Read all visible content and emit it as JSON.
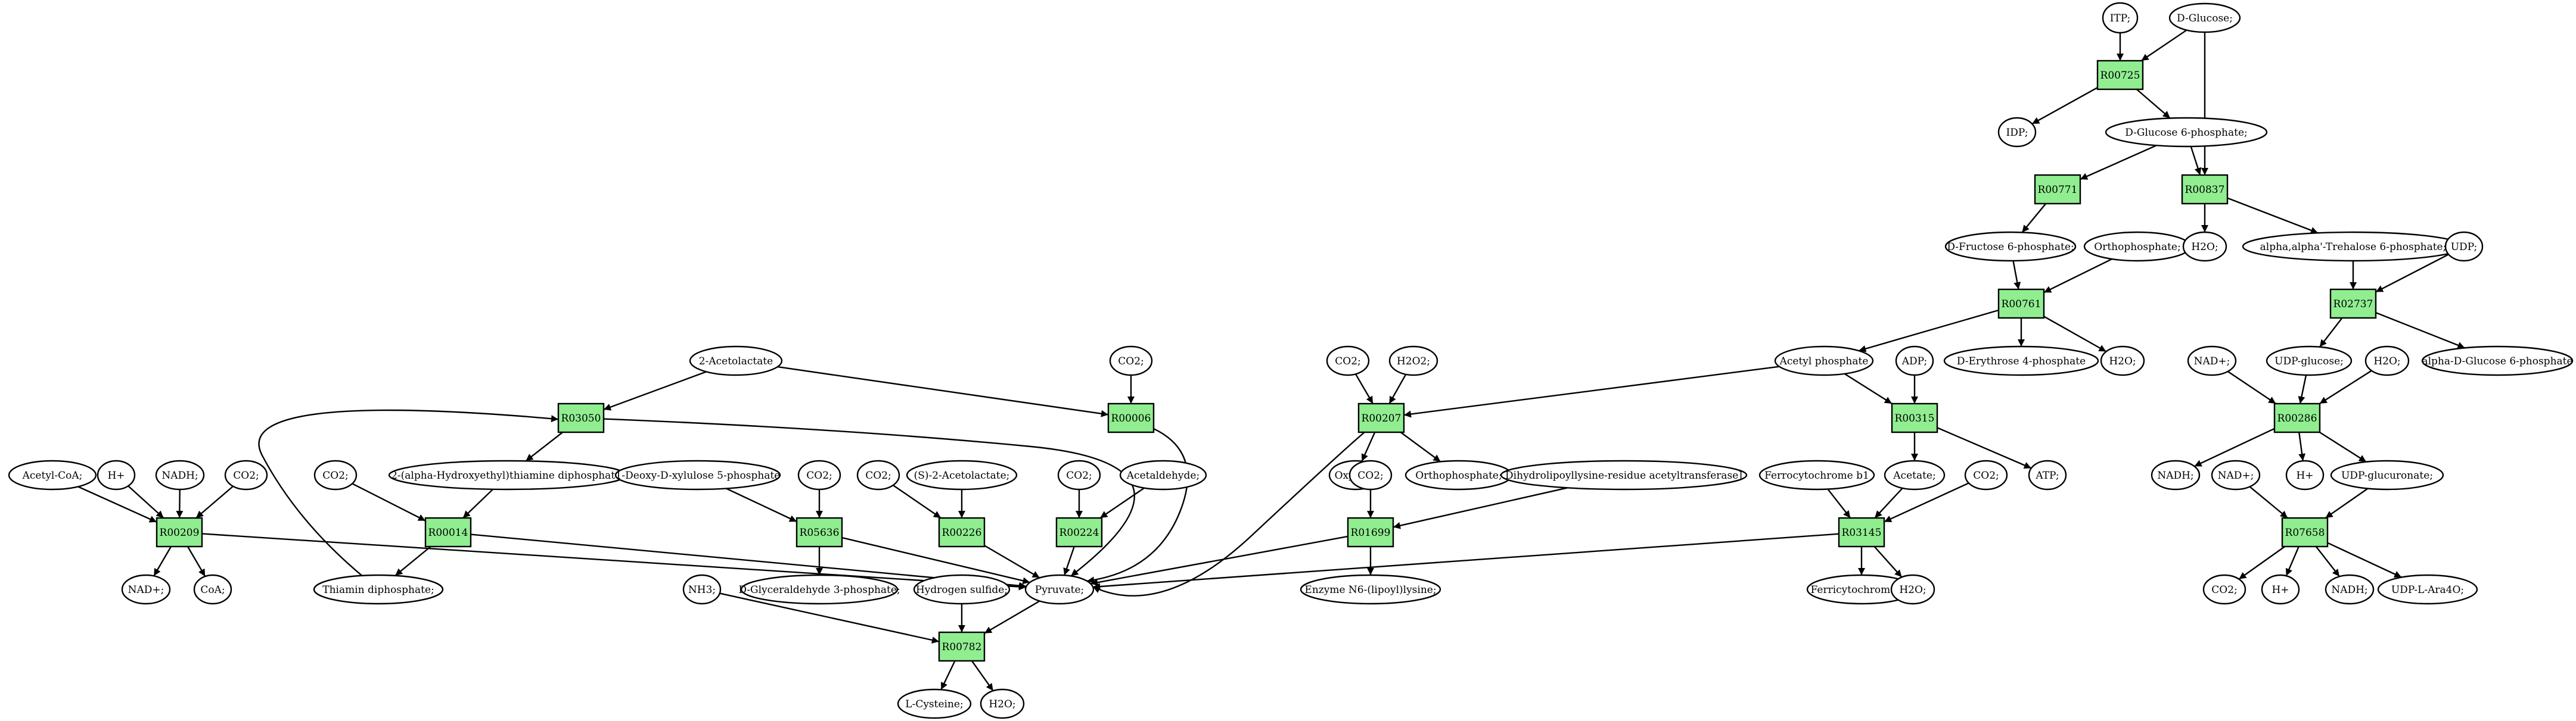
{
  "colors": {
    "reaction": "#90ee90",
    "source": "#00ff00",
    "target": "#ffff00",
    "compound": "#ffffff"
  },
  "diagram": {
    "nodes": [
      {
        "id": "itp",
        "label": "ITP;",
        "shape": "ellipse"
      },
      {
        "id": "dglucose",
        "label": "D-Glucose;",
        "shape": "ellipse",
        "role": "source"
      },
      {
        "id": "r00725",
        "label": "R00725",
        "shape": "box"
      },
      {
        "id": "idp",
        "label": "IDP;",
        "shape": "ellipse"
      },
      {
        "id": "g6p",
        "label": "D-Glucose 6-phosphate;",
        "shape": "ellipse"
      },
      {
        "id": "r00771",
        "label": "R00771",
        "shape": "box"
      },
      {
        "id": "r00837",
        "label": "R00837",
        "shape": "box"
      },
      {
        "id": "f6p",
        "label": "D-Fructose 6-phosphate;",
        "shape": "ellipse"
      },
      {
        "id": "ortho1",
        "label": "Orthophosphate;",
        "shape": "ellipse"
      },
      {
        "id": "h2o_a",
        "label": "H2O;",
        "shape": "ellipse"
      },
      {
        "id": "trehalose6p",
        "label": "alpha,alpha'-Trehalose 6-phosphate;",
        "shape": "ellipse"
      },
      {
        "id": "udp1",
        "label": "UDP;",
        "shape": "ellipse"
      },
      {
        "id": "r00761",
        "label": "R00761",
        "shape": "box"
      },
      {
        "id": "r02737",
        "label": "R02737",
        "shape": "box"
      },
      {
        "id": "acetylp",
        "label": "Acetyl phosphate",
        "shape": "ellipse"
      },
      {
        "id": "e4p",
        "label": "D-Erythrose 4-phosphate",
        "shape": "ellipse"
      },
      {
        "id": "h2o_b",
        "label": "H2O;",
        "shape": "ellipse"
      },
      {
        "id": "nad_a",
        "label": "NAD+;",
        "shape": "ellipse"
      },
      {
        "id": "udpglc",
        "label": "UDP-glucose;",
        "shape": "ellipse"
      },
      {
        "id": "h2o_c",
        "label": "H2O;",
        "shape": "ellipse"
      },
      {
        "id": "adg6p",
        "label": "alpha-D-Glucose 6-phosphate",
        "shape": "ellipse"
      },
      {
        "id": "acetolactate",
        "label": "2-Acetolactate",
        "shape": "ellipse"
      },
      {
        "id": "co2_a",
        "label": "CO2;",
        "shape": "ellipse"
      },
      {
        "id": "co2_b",
        "label": "CO2;",
        "shape": "ellipse"
      },
      {
        "id": "h2o2",
        "label": "H2O2;",
        "shape": "ellipse"
      },
      {
        "id": "adp",
        "label": "ADP;",
        "shape": "ellipse"
      },
      {
        "id": "r03050",
        "label": "R03050",
        "shape": "box"
      },
      {
        "id": "r00006",
        "label": "R00006",
        "shape": "box"
      },
      {
        "id": "r00207",
        "label": "R00207",
        "shape": "box"
      },
      {
        "id": "r00315",
        "label": "R00315",
        "shape": "box"
      },
      {
        "id": "r00286",
        "label": "R00286",
        "shape": "box"
      },
      {
        "id": "acetylcoa",
        "label": "Acetyl-CoA;",
        "shape": "ellipse"
      },
      {
        "id": "hplus_a",
        "label": "H+",
        "shape": "ellipse"
      },
      {
        "id": "nadh_a",
        "label": "NADH;",
        "shape": "ellipse"
      },
      {
        "id": "co2_c",
        "label": "CO2;",
        "shape": "ellipse"
      },
      {
        "id": "co2_d",
        "label": "CO2;",
        "shape": "ellipse"
      },
      {
        "id": "hethdp",
        "label": "2-(alpha-Hydroxyethyl)thiamine diphosphate;",
        "shape": "ellipse"
      },
      {
        "id": "dxp",
        "label": "1-Deoxy-D-xylulose 5-phosphate",
        "shape": "ellipse"
      },
      {
        "id": "co2_e",
        "label": "CO2;",
        "shape": "ellipse"
      },
      {
        "id": "co2_f",
        "label": "CO2;",
        "shape": "ellipse"
      },
      {
        "id": "s2acetolactate",
        "label": "(S)-2-Acetolactate;",
        "shape": "ellipse"
      },
      {
        "id": "co2_g",
        "label": "CO2;",
        "shape": "ellipse"
      },
      {
        "id": "acetaldehyde",
        "label": "Acetaldehyde;",
        "shape": "ellipse"
      },
      {
        "id": "oxygen",
        "label": "Oxygen;",
        "shape": "ellipse"
      },
      {
        "id": "co2_h",
        "label": "CO2;",
        "shape": "ellipse"
      },
      {
        "id": "ortho2",
        "label": "Orthophosphate;",
        "shape": "ellipse"
      },
      {
        "id": "dlat",
        "label": "Dihydrolipoyllysine-residue acetyltransferase]",
        "shape": "ellipse"
      },
      {
        "id": "ferrocyt",
        "label": "Ferrocytochrome b1",
        "shape": "ellipse"
      },
      {
        "id": "acetate",
        "label": "Acetate;",
        "shape": "ellipse"
      },
      {
        "id": "co2_i",
        "label": "CO2;",
        "shape": "ellipse"
      },
      {
        "id": "atp",
        "label": "ATP;",
        "shape": "ellipse"
      },
      {
        "id": "nadh_b",
        "label": "NADH;",
        "shape": "ellipse"
      },
      {
        "id": "nad_b",
        "label": "NAD+;",
        "shape": "ellipse"
      },
      {
        "id": "hplus_b",
        "label": "H+",
        "shape": "ellipse"
      },
      {
        "id": "udpglcur",
        "label": "UDP-glucuronate;",
        "shape": "ellipse"
      },
      {
        "id": "r00209",
        "label": "R00209",
        "shape": "box"
      },
      {
        "id": "r00014",
        "label": "R00014",
        "shape": "box"
      },
      {
        "id": "r05636",
        "label": "R05636",
        "shape": "box"
      },
      {
        "id": "r00226",
        "label": "R00226",
        "shape": "box"
      },
      {
        "id": "r00224",
        "label": "R00224",
        "shape": "box"
      },
      {
        "id": "r01699",
        "label": "R01699",
        "shape": "box"
      },
      {
        "id": "r03145",
        "label": "R03145",
        "shape": "box"
      },
      {
        "id": "r07658",
        "label": "R07658",
        "shape": "box"
      },
      {
        "id": "nad_c",
        "label": "NAD+;",
        "shape": "ellipse"
      },
      {
        "id": "coa",
        "label": "CoA;",
        "shape": "ellipse"
      },
      {
        "id": "thiamindp",
        "label": "Thiamin diphosphate;",
        "shape": "ellipse"
      },
      {
        "id": "nh3",
        "label": "NH3;",
        "shape": "ellipse"
      },
      {
        "id": "ga3p",
        "label": "D-Glyceraldehyde 3-phosphate;",
        "shape": "ellipse"
      },
      {
        "id": "h2s",
        "label": "Hydrogen sulfide;",
        "shape": "ellipse"
      },
      {
        "id": "pyruvate",
        "label": "Pyruvate;",
        "shape": "ellipse"
      },
      {
        "id": "lipoyllysine",
        "label": "Enzyme N6-(lipoyl)lysine;",
        "shape": "ellipse"
      },
      {
        "id": "ferricyt",
        "label": "Ferricytochrome b1",
        "shape": "ellipse"
      },
      {
        "id": "h2o_d",
        "label": "H2O;",
        "shape": "ellipse"
      },
      {
        "id": "co2_j",
        "label": "CO2;",
        "shape": "ellipse"
      },
      {
        "id": "hplus_c",
        "label": "H+",
        "shape": "ellipse"
      },
      {
        "id": "nadh_c",
        "label": "NADH;",
        "shape": "ellipse"
      },
      {
        "id": "udpara",
        "label": "UDP-L-Ara4O;",
        "shape": "ellipse"
      },
      {
        "id": "r00782",
        "label": "R00782",
        "shape": "box"
      },
      {
        "id": "lcysteine",
        "label": "L-Cysteine;",
        "shape": "ellipse",
        "role": "target"
      },
      {
        "id": "h2o_e",
        "label": "H2O;",
        "shape": "ellipse"
      }
    ],
    "edges": [
      {
        "from": "itp",
        "to": "r00725"
      },
      {
        "from": "dglucose",
        "to": "r00725"
      },
      {
        "from": "dglucose",
        "to": "r00837"
      },
      {
        "from": "r00725",
        "to": "idp"
      },
      {
        "from": "r00725",
        "to": "g6p"
      },
      {
        "from": "g6p",
        "to": "r00771"
      },
      {
        "from": "g6p",
        "to": "r00837"
      },
      {
        "from": "r00771",
        "to": "f6p"
      },
      {
        "from": "r00837",
        "to": "h2o_a"
      },
      {
        "from": "r00837",
        "to": "trehalose6p"
      },
      {
        "from": "f6p",
        "to": "r00761"
      },
      {
        "from": "ortho1",
        "to": "r00761"
      },
      {
        "from": "trehalose6p",
        "to": "r02737"
      },
      {
        "from": "udp1",
        "to": "r02737"
      },
      {
        "from": "r00761",
        "to": "acetylp"
      },
      {
        "from": "r00761",
        "to": "e4p"
      },
      {
        "from": "r00761",
        "to": "h2o_b"
      },
      {
        "from": "r02737",
        "to": "udpglc"
      },
      {
        "from": "r02737",
        "to": "adg6p"
      },
      {
        "from": "acetylp",
        "to": "r00207"
      },
      {
        "from": "acetylp",
        "to": "r00315"
      },
      {
        "from": "adp",
        "to": "r00315"
      },
      {
        "from": "co2_b",
        "to": "r00207"
      },
      {
        "from": "h2o2",
        "to": "r00207"
      },
      {
        "from": "nad_a",
        "to": "r00286"
      },
      {
        "from": "udpglc",
        "to": "r00286"
      },
      {
        "from": "h2o_c",
        "to": "r00286"
      },
      {
        "from": "acetolactate",
        "to": "r03050"
      },
      {
        "from": "acetolactate",
        "to": "r00006"
      },
      {
        "from": "co2_a",
        "to": "r00006"
      },
      {
        "from": "r03050",
        "to": "hethdp"
      },
      {
        "from": "r00207",
        "to": "oxygen"
      },
      {
        "from": "r00207",
        "to": "ortho2"
      },
      {
        "from": "r00315",
        "to": "acetate"
      },
      {
        "from": "r00315",
        "to": "atp"
      },
      {
        "from": "r00286",
        "to": "nadh_b"
      },
      {
        "from": "r00286",
        "to": "hplus_b"
      },
      {
        "from": "r00286",
        "to": "udpglcur"
      },
      {
        "from": "acetylcoa",
        "to": "r00209"
      },
      {
        "from": "hplus_a",
        "to": "r00209"
      },
      {
        "from": "nadh_a",
        "to": "r00209"
      },
      {
        "from": "co2_c",
        "to": "r00209"
      },
      {
        "from": "co2_d",
        "to": "r00014"
      },
      {
        "from": "hethdp",
        "to": "r00014"
      },
      {
        "from": "dxp",
        "to": "r05636"
      },
      {
        "from": "co2_e",
        "to": "r05636"
      },
      {
        "from": "co2_f",
        "to": "r00226"
      },
      {
        "from": "s2acetolactate",
        "to": "r00226"
      },
      {
        "from": "co2_g",
        "to": "r00224"
      },
      {
        "from": "acetaldehyde",
        "to": "r00224"
      },
      {
        "from": "co2_h",
        "to": "r01699"
      },
      {
        "from": "dlat",
        "to": "r01699"
      },
      {
        "from": "ferrocyt",
        "to": "r03145"
      },
      {
        "from": "acetate",
        "to": "r03145"
      },
      {
        "from": "co2_i",
        "to": "r03145"
      },
      {
        "from": "nad_b",
        "to": "r07658"
      },
      {
        "from": "udpglcur",
        "to": "r07658"
      },
      {
        "from": "r00209",
        "to": "nad_c"
      },
      {
        "from": "r00209",
        "to": "coa"
      },
      {
        "from": "r00209",
        "to": "pyruvate"
      },
      {
        "from": "r00014",
        "to": "thiamindp"
      },
      {
        "from": "r00014",
        "to": "pyruvate"
      },
      {
        "from": "thiamindp",
        "to": "r03050"
      },
      {
        "from": "r05636",
        "to": "ga3p"
      },
      {
        "from": "r05636",
        "to": "pyruvate"
      },
      {
        "from": "r00226",
        "to": "pyruvate"
      },
      {
        "from": "r00224",
        "to": "pyruvate"
      },
      {
        "from": "r03050",
        "to": "pyruvate"
      },
      {
        "from": "r00006",
        "to": "pyruvate"
      },
      {
        "from": "r00207",
        "to": "pyruvate"
      },
      {
        "from": "r01699",
        "to": "pyruvate"
      },
      {
        "from": "r01699",
        "to": "lipoyllysine"
      },
      {
        "from": "r03145",
        "to": "pyruvate"
      },
      {
        "from": "r03145",
        "to": "ferricyt"
      },
      {
        "from": "r03145",
        "to": "h2o_d"
      },
      {
        "from": "r07658",
        "to": "co2_j"
      },
      {
        "from": "r07658",
        "to": "hplus_c"
      },
      {
        "from": "r07658",
        "to": "nadh_c"
      },
      {
        "from": "r07658",
        "to": "udpara"
      },
      {
        "from": "nh3",
        "to": "r00782"
      },
      {
        "from": "h2s",
        "to": "r00782"
      },
      {
        "from": "pyruvate",
        "to": "r00782"
      },
      {
        "from": "r00782",
        "to": "lcysteine"
      },
      {
        "from": "r00782",
        "to": "h2o_e"
      }
    ]
  }
}
